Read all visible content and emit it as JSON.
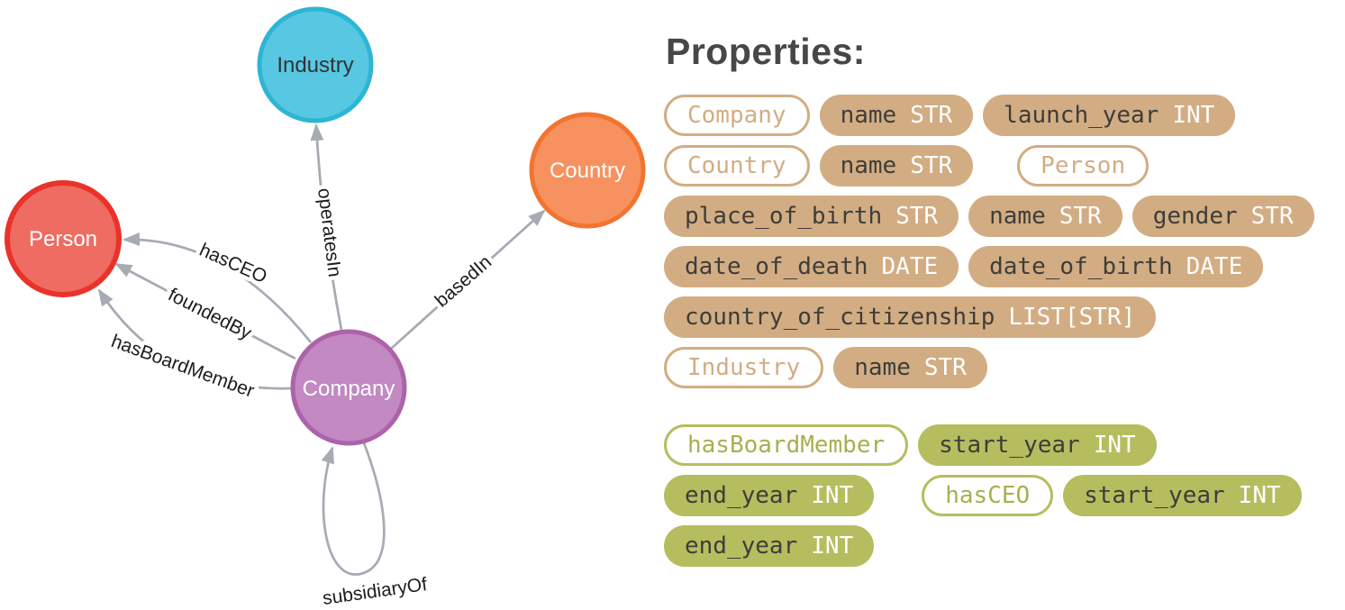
{
  "colors": {
    "tan": "#d2ad83",
    "olive": "#b6bd5f",
    "olive_text": "#a8b04d",
    "pill_dark_text": "#3e3d3a",
    "pill_type_text": "#ffffff",
    "edge": "#a6abb4",
    "title_text": "#474747"
  },
  "diagram": {
    "nodes": [
      {
        "id": "industry",
        "label": "Industry",
        "fill": "#57c7e2",
        "stroke": "#2eb5d6",
        "text_color": "#333333"
      },
      {
        "id": "person",
        "label": "Person",
        "fill": "#ee6c62",
        "stroke": "#e9332a",
        "text_color": "#ffffff"
      },
      {
        "id": "country",
        "label": "Country",
        "fill": "#f7915f",
        "stroke": "#f2742f",
        "text_color": "#ffffff"
      },
      {
        "id": "company",
        "label": "Company",
        "fill": "#c289c2",
        "stroke": "#ad62aa",
        "text_color": "#ffffff"
      }
    ],
    "edges": [
      {
        "label": "operatesIn",
        "from": "Company",
        "to": "Industry"
      },
      {
        "label": "basedIn",
        "from": "Company",
        "to": "Country"
      },
      {
        "label": "hasCEO",
        "from": "Company",
        "to": "Person"
      },
      {
        "label": "foundedBy",
        "from": "Company",
        "to": "Person"
      },
      {
        "label": "hasBoardMember",
        "from": "Company",
        "to": "Person"
      },
      {
        "label": "subsidiaryOf",
        "from": "Company",
        "to": "Company"
      }
    ]
  },
  "properties_panel": {
    "title": "Properties:",
    "rows": [
      {
        "section": "node",
        "pills": [
          {
            "kind": "label",
            "text": "Company"
          },
          {
            "kind": "prop",
            "name": "name",
            "type": "STR"
          },
          {
            "kind": "prop",
            "name": "launch_year",
            "type": "INT"
          }
        ]
      },
      {
        "section": "node",
        "pills": [
          {
            "kind": "label",
            "text": "Country"
          },
          {
            "kind": "prop",
            "name": "name",
            "type": "STR"
          },
          {
            "kind": "label",
            "text": "Person"
          }
        ]
      },
      {
        "section": "node",
        "pills": [
          {
            "kind": "prop",
            "name": "place_of_birth",
            "type": "STR"
          },
          {
            "kind": "prop",
            "name": "name",
            "type": "STR"
          },
          {
            "kind": "prop",
            "name": "gender",
            "type": "STR"
          }
        ]
      },
      {
        "section": "node",
        "pills": [
          {
            "kind": "prop",
            "name": "date_of_death",
            "type": "DATE"
          },
          {
            "kind": "prop",
            "name": "date_of_birth",
            "type": "DATE"
          }
        ]
      },
      {
        "section": "node",
        "pills": [
          {
            "kind": "prop",
            "name": "country_of_citizenship",
            "type": "LIST[STR]"
          }
        ]
      },
      {
        "section": "node",
        "pills": [
          {
            "kind": "label",
            "text": "Industry"
          },
          {
            "kind": "prop",
            "name": "name",
            "type": "STR"
          }
        ]
      },
      {
        "section": "rel",
        "gap_before": true,
        "pills": [
          {
            "kind": "label",
            "text": "hasBoardMember"
          },
          {
            "kind": "prop",
            "name": "start_year",
            "type": "INT"
          }
        ]
      },
      {
        "section": "rel",
        "pills": [
          {
            "kind": "prop",
            "name": "end_year",
            "type": "INT"
          },
          {
            "kind": "label",
            "text": "hasCEO"
          },
          {
            "kind": "prop",
            "name": "start_year",
            "type": "INT"
          }
        ]
      },
      {
        "section": "rel",
        "pills": [
          {
            "kind": "prop",
            "name": "end_year",
            "type": "INT"
          }
        ]
      }
    ]
  }
}
